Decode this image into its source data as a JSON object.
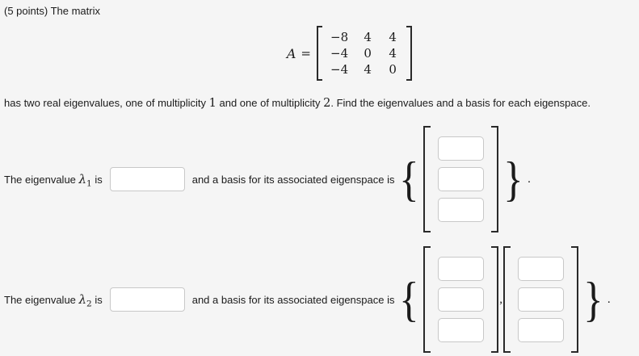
{
  "colors": {
    "background": "#f5f5f5",
    "text": "#1b1b1b",
    "input_border": "#c8c8c8",
    "input_background": "#ffffff",
    "bracket": "#2a2a2a"
  },
  "header": {
    "points_label": "(5 points) The matrix"
  },
  "matrix": {
    "symbol": "A",
    "equals_sign": "=",
    "cells": [
      [
        "−8",
        "4",
        "4"
      ],
      [
        "−4",
        "0",
        "4"
      ],
      [
        "−4",
        "4",
        "0"
      ]
    ]
  },
  "statement": {
    "text_before_mult1": "has two real eigenvalues, one of multiplicity ",
    "multiplicity_1": "1",
    "text_between": " and one of multiplicity ",
    "multiplicity_2": "2",
    "text_after": ". Find the eigenvalues and a basis for each eigenspace."
  },
  "eigen1": {
    "label_prefix": "The eigenvalue ",
    "lambda_symbol": "λ",
    "lambda_subscript": "1",
    "label_is": " is",
    "eigenvalue_input": {
      "value": "",
      "placeholder": ""
    },
    "basis_label": "and a basis for its associated eigenspace is",
    "open_brace": "{",
    "close_brace": "}",
    "period": ".",
    "vector_inputs": [
      {
        "value": ""
      },
      {
        "value": ""
      },
      {
        "value": ""
      }
    ]
  },
  "eigen2": {
    "label_prefix": "The eigenvalue ",
    "lambda_symbol": "λ",
    "lambda_subscript": "2",
    "label_is": " is",
    "eigenvalue_input": {
      "value": "",
      "placeholder": ""
    },
    "basis_label": "and a basis for its associated eigenspace is",
    "open_brace": "{",
    "vector_separator": ",",
    "close_brace": "}",
    "period": ".",
    "vector1_inputs": [
      {
        "value": ""
      },
      {
        "value": ""
      },
      {
        "value": ""
      }
    ],
    "vector2_inputs": [
      {
        "value": ""
      },
      {
        "value": ""
      },
      {
        "value": ""
      }
    ]
  }
}
